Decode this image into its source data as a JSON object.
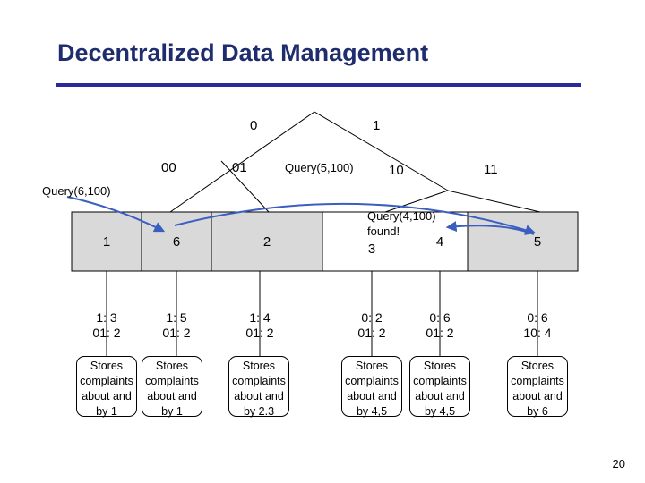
{
  "title": "Decentralized Data Management",
  "trie": {
    "level1": [
      "0",
      "1"
    ],
    "level2": [
      "00",
      "01",
      "10",
      "11"
    ]
  },
  "queries": {
    "q6": "Query(6,100)",
    "q5": "Query(5,100)",
    "q4": "Query(4,100)",
    "found": "found!"
  },
  "peers": [
    {
      "id": "1",
      "pair1": "1: 3",
      "pair2": "01: 2",
      "store": [
        "Stores",
        "complaints",
        "about and",
        "by 1"
      ]
    },
    {
      "id": "6",
      "pair1": "1: 5",
      "pair2": "01: 2",
      "store": [
        "Stores",
        "complaints",
        "about and",
        "by 1"
      ]
    },
    {
      "id": "2",
      "pair1": "1: 4",
      "pair2": "01: 2",
      "store": [
        "Stores",
        "complaints",
        "about and",
        "by 2.3"
      ]
    },
    {
      "id": "3",
      "pair1": "0: 2",
      "pair2": "01: 2",
      "store": [
        "Stores",
        "complaints",
        "about and",
        "by 4,5"
      ]
    },
    {
      "id": "4",
      "pair1": "0: 6",
      "pair2": "01: 2",
      "store": [
        "Stores",
        "complaints",
        "about and",
        "by 4,5"
      ]
    },
    {
      "id": "5",
      "pair1": "0: 6",
      "pair2": "10: 4",
      "store": [
        "Stores",
        "complaints",
        "about and",
        "by 6"
      ]
    }
  ],
  "page_number": "20",
  "colors": {
    "title": "#1f2d6e",
    "rule": "#2a2a99",
    "arrow": "#3b5fc0",
    "cell": "#d9d9d9"
  }
}
